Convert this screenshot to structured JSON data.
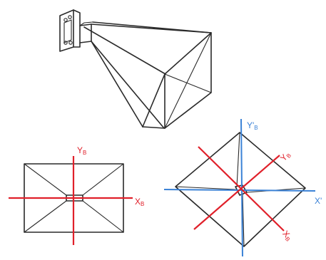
{
  "colors": {
    "ink": "#2a2a2a",
    "red_axis": "#e0202a",
    "blue_axis": "#3b82d6",
    "background": "#ffffff"
  },
  "labels": {
    "front_y": "Y",
    "front_y_sub": "B",
    "front_x": "X",
    "front_x_sub": "B",
    "rot_blue_y": "Y'",
    "rot_blue_y_sub": "B",
    "rot_blue_x": "X'",
    "rot_red_y": "Y",
    "rot_red_y_sub": "B",
    "rot_red_x": "X",
    "rot_red_x_sub": "B"
  }
}
